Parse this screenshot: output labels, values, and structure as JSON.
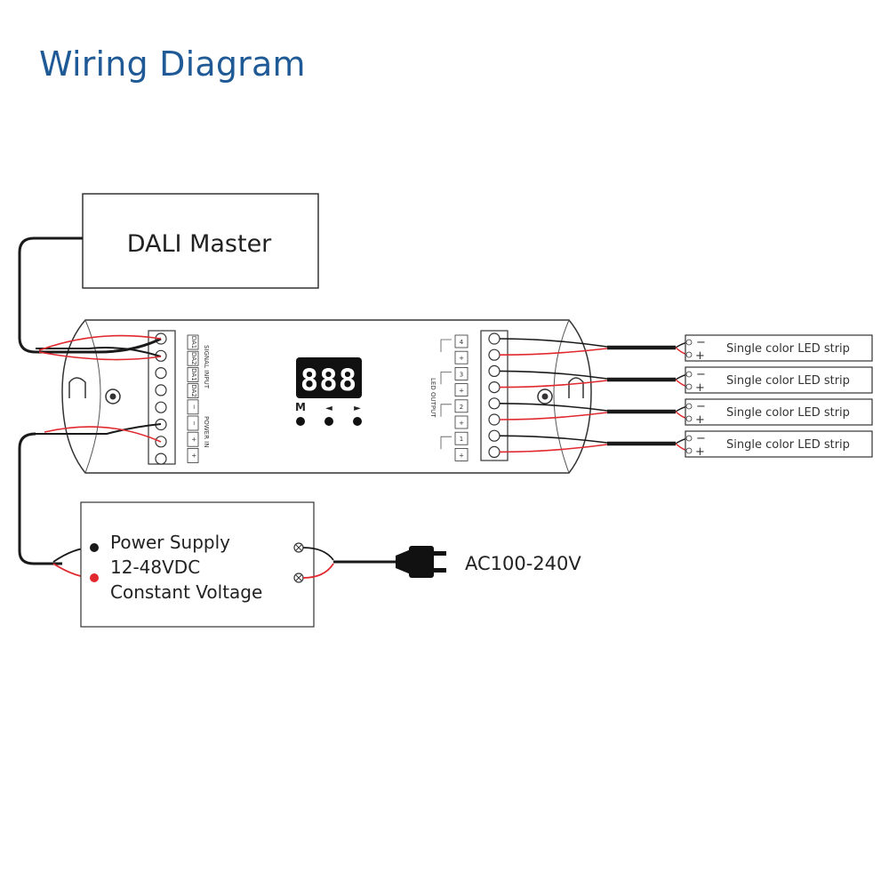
{
  "title": "Wiring Diagram",
  "colors": {
    "title": "#1f5a96",
    "wire_red": "#e0282e",
    "wire_black": "#1a1a1a",
    "display_bg": "#111111"
  },
  "dali_master": {
    "label": "DALI Master"
  },
  "controller": {
    "display": "888",
    "buttons": [
      "M",
      "◄",
      "►"
    ],
    "signal_input_label": "SIGNAL INPUT",
    "power_in_label": "POWER IN",
    "led_output_label": "LED OUTPUT",
    "left_terminals": [
      "DA1",
      "DA2",
      "DA1",
      "DA2",
      "−",
      "−",
      "+",
      "+"
    ],
    "channels": [
      "4",
      "+",
      "3",
      "+",
      "2",
      "+",
      "1",
      "+"
    ]
  },
  "power_supply": {
    "line1": "Power Supply",
    "line2": "12-48VDC",
    "line3": "Constant Voltage"
  },
  "mains": {
    "label": "AC100-240V"
  },
  "led_strips": [
    {
      "label": "Single color LED strip",
      "neg": "−",
      "pos": "+"
    },
    {
      "label": "Single color LED strip",
      "neg": "−",
      "pos": "+"
    },
    {
      "label": "Single color LED strip",
      "neg": "−",
      "pos": "+"
    },
    {
      "label": "Single color LED strip",
      "neg": "−",
      "pos": "+"
    }
  ]
}
